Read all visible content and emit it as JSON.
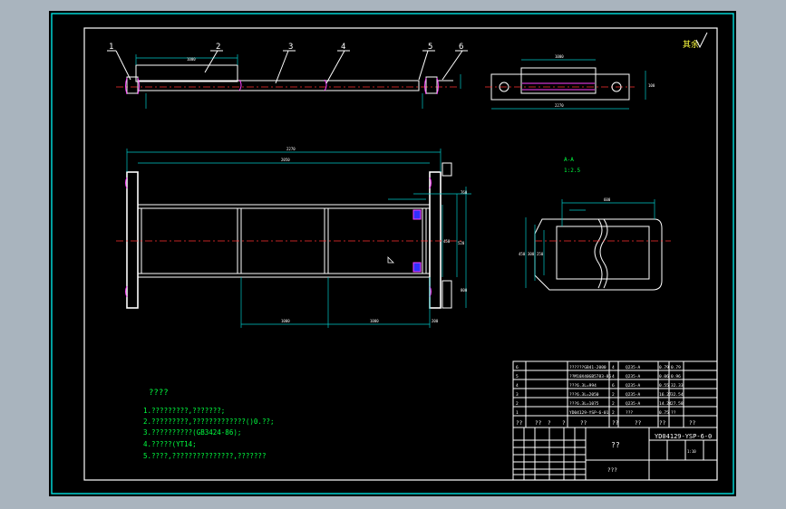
{
  "drawing": {
    "balloons": [
      "1",
      "2",
      "3",
      "4",
      "5",
      "6"
    ],
    "finish_mark": "其余",
    "section_label": "A-A",
    "section_scale": "1:2.5",
    "notes": {
      "title": "????",
      "lines": [
        "1.?????????,???????;",
        "2.?????????,?????????????()0.??;",
        "3.??????????(GB3424-86);",
        "4.?????(YT14;",
        "5.????,???????????????,???????"
      ]
    },
    "dims": {
      "top_length": "1000",
      "side_w": "1000",
      "side_h": "100",
      "overall": "2270",
      "inner": "2050",
      "bay1": "1000",
      "bay2": "1000",
      "end": "200",
      "sec_width": "600",
      "sec_h1": "250",
      "sec_h2": "300",
      "sec_h3": "450",
      "v1": "450",
      "v2": "520",
      "v3": "760",
      "v4": "800"
    },
    "bom_rows": [
      {
        "no": "6",
        "name": "??????GB41-2000",
        "qty": "4",
        "mat": "Q235-A",
        "w1": "0.79",
        "w2": "0.79"
      },
      {
        "no": "5",
        "name": "??M10X40GB5783-86",
        "qty": "4",
        "mat": "Q235-A",
        "w1": "0.06",
        "w2": "0.96"
      },
      {
        "no": "4",
        "name": "???6.3L=994",
        "qty": "6",
        "mat": "Q235-A",
        "w1": "0.55",
        "w2": "32.33"
      },
      {
        "no": "3",
        "name": "???6.3L=2050",
        "qty": "2",
        "mat": "Q235-A",
        "w1": "16.27",
        "w2": "32.54"
      },
      {
        "no": "2",
        "name": "???6.3L=1075",
        "qty": "2",
        "mat": "Q235-A",
        "w1": "14.24",
        "w2": "27.58"
      },
      {
        "no": "1",
        "name": "YD04129-YSP-6-01",
        "qty": "2",
        "mat": "???",
        "w1": "0.75",
        "w2": "??"
      }
    ],
    "bom_header": [
      "??",
      "??",
      "?",
      "?",
      "??",
      "??",
      "??",
      "??",
      "??"
    ],
    "title_block": {
      "drawing_no": "YD04129-YSP-6-0",
      "name": "??",
      "company": "???",
      "scale": "1:10"
    }
  }
}
